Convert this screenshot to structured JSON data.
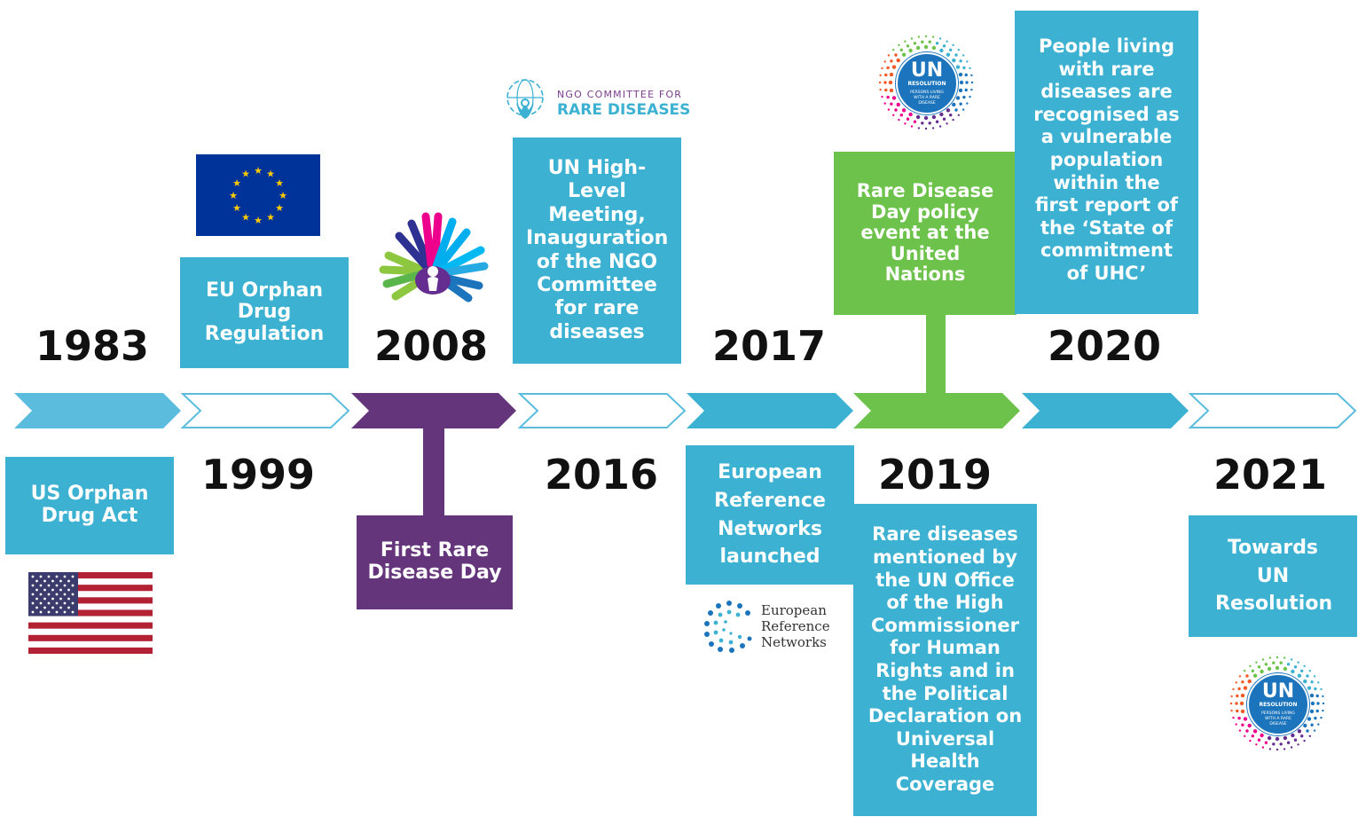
{
  "colors": {
    "teal": "#3cb1d2",
    "light_teal": "#5bbcdd",
    "purple": "#64357a",
    "green": "#6cc24a",
    "outline": "#5bbcdd"
  },
  "years": {
    "y1983": "1983",
    "y1999": "1999",
    "y2008": "2008",
    "y2016": "2016",
    "y2017": "2017",
    "y2019": "2019",
    "y2020": "2020",
    "y2021": "2021"
  },
  "events": {
    "us_orphan": "US Orphan Drug Act",
    "eu_orphan": "EU Orphan Drug Regulation",
    "first_rdd": "First Rare Disease Day",
    "un_high_level": "UN High-Level Meeting, Inauguration of the NGO Committee for rare diseases",
    "ern_launched": "European Reference Networks launched",
    "rdd_policy": "Rare Disease Day policy event at the United Nations",
    "ohchr": "Rare diseases mentioned by the UN Office of the High Commissioner for Human Rights and in the Political Declaration on Universal Health Coverage",
    "vulnerable": "People living with rare diseases are recognised as a vulnerable population within the first report of the ‘State of commitment of UHC’",
    "towards_un": "Towards UN Resolution"
  },
  "logos": {
    "ngo_line1": "NGO COMMITTEE FOR",
    "ngo_line2": "RARE DISEASES",
    "ern_line1": "European",
    "ern_line2": "Reference",
    "ern_line3": "Networks",
    "un_big": "UN",
    "un_resolution": "RESOLUTION",
    "un_small": "PERSONS LIVING WITH A RARE DISEASE"
  }
}
